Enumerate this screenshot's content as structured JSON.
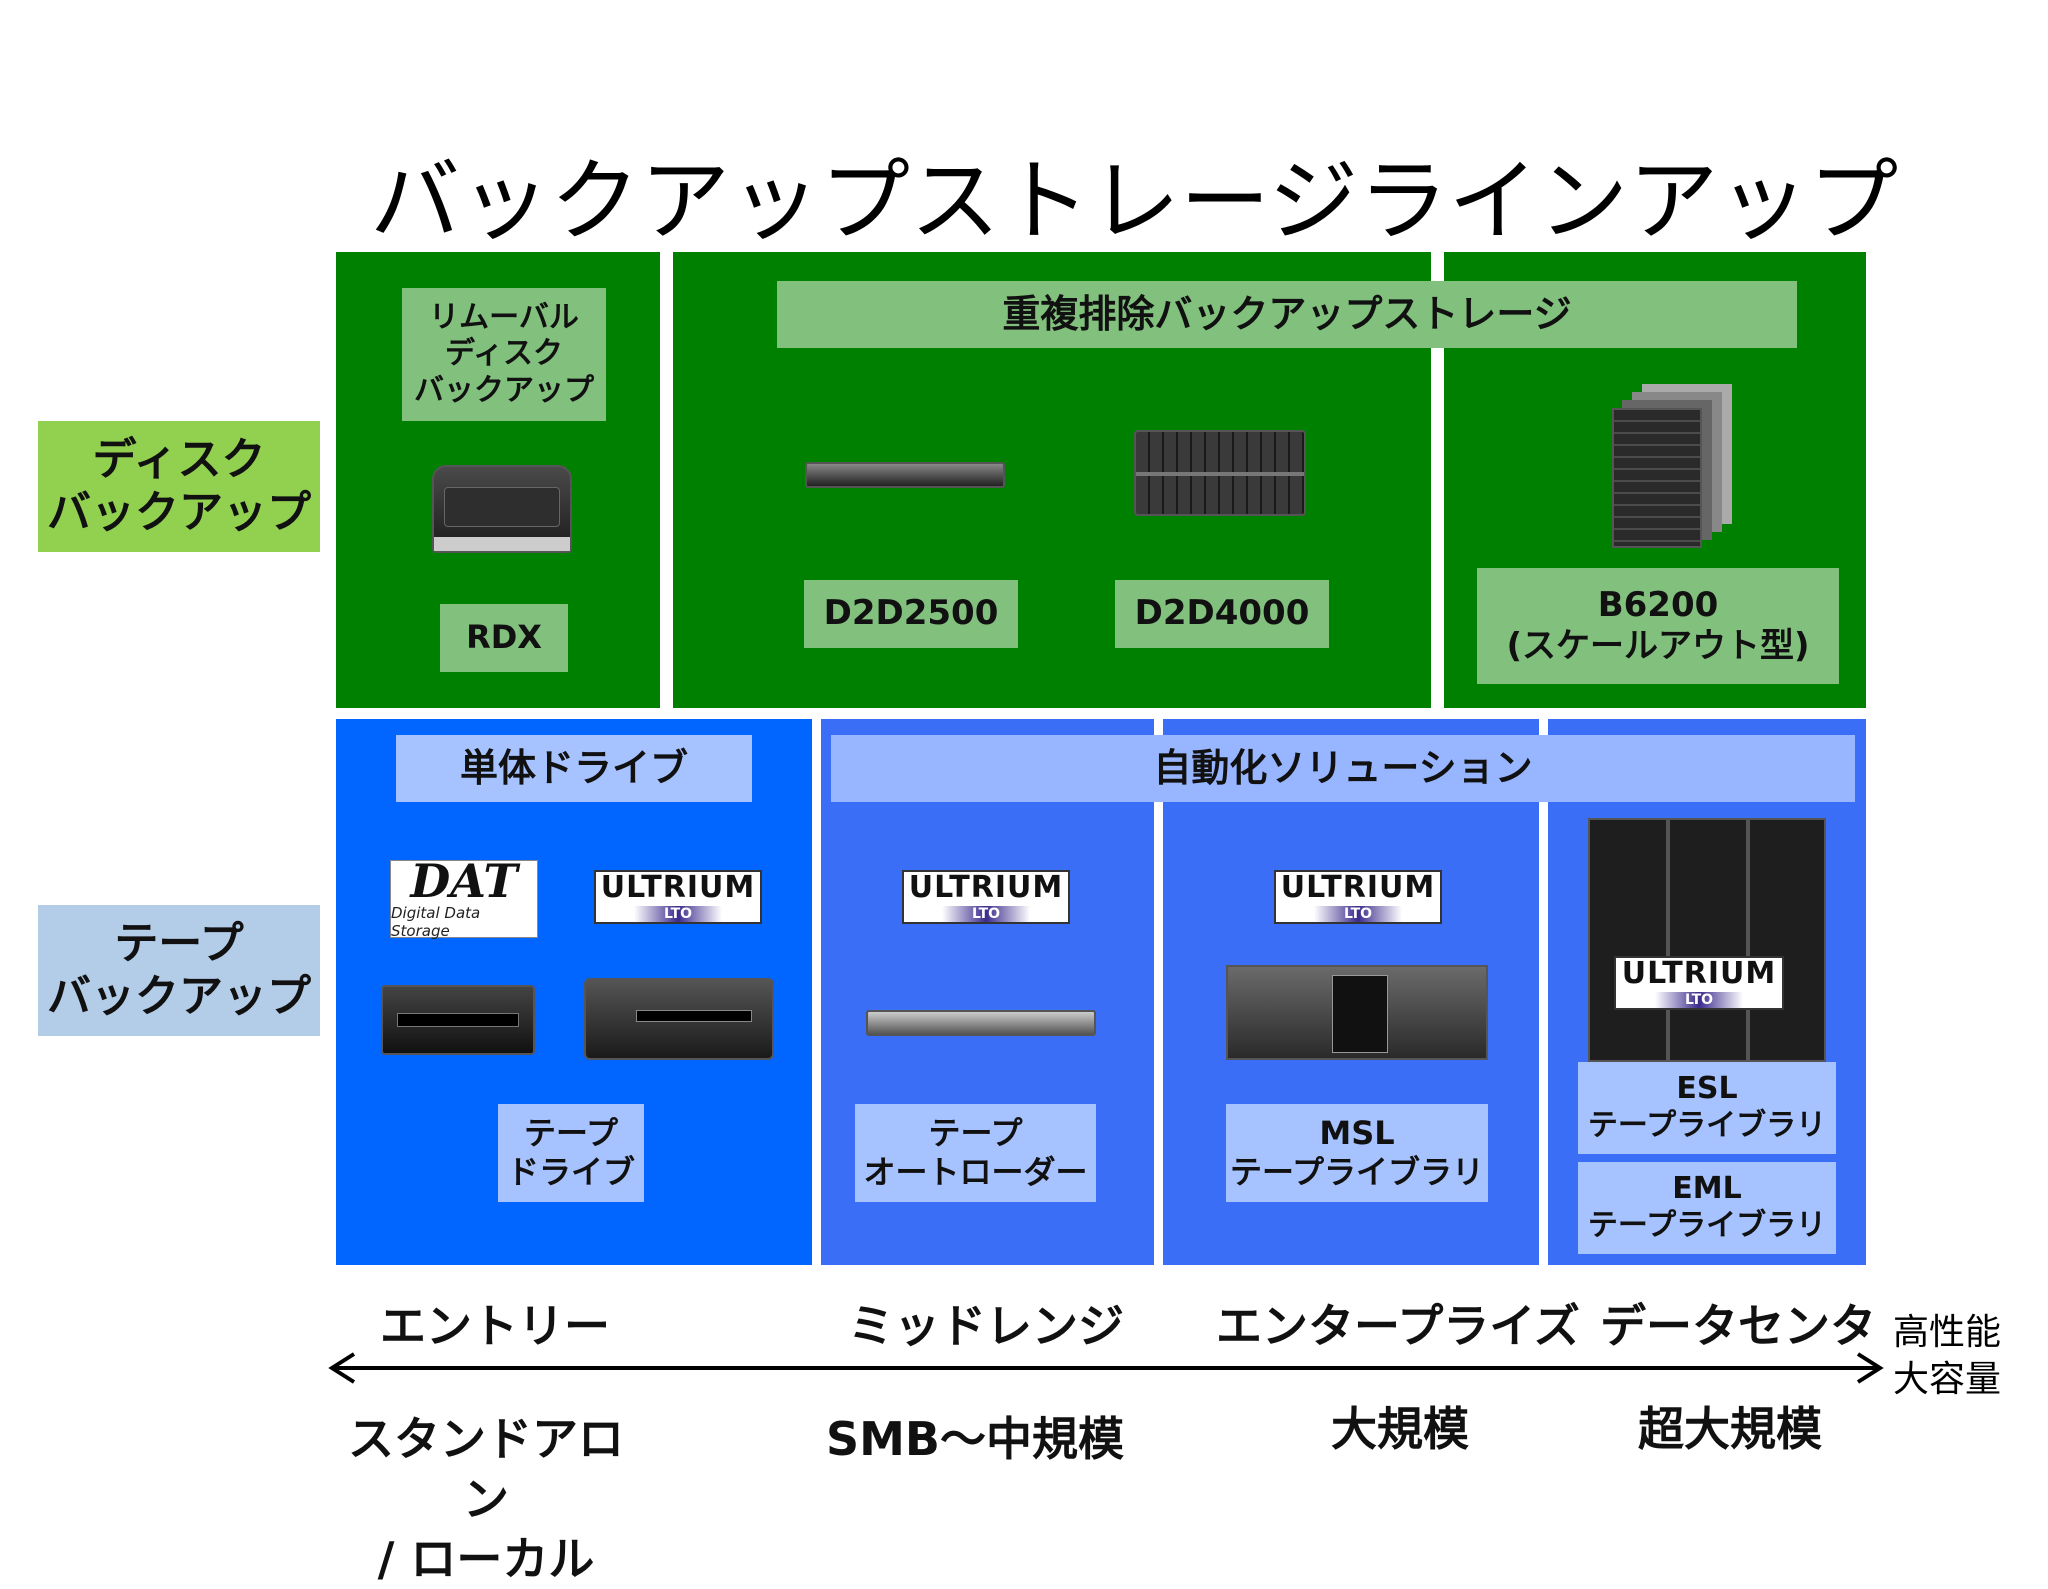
{
  "title": "バックアップストレージラインアップ",
  "side_labels": {
    "disk": "ディスク\nバックアップ",
    "tape": "テープ\nバックアップ"
  },
  "disk": {
    "removable_header": "リムーバル\nディスク\nバックアップ",
    "rdx": "RDX",
    "dedup_header": "重複排除バックアップストレージ",
    "d2d2500": "D2D2500",
    "d2d4000": "D2D4000",
    "b6200": "B6200\n(スケールアウト型)"
  },
  "tape": {
    "single_header": "単体ドライブ",
    "auto_header": "自動化ソリューション",
    "tape_drive": "テープ\nドライブ",
    "autoloader": "テープ\nオートローダー",
    "msl": "MSL\nテープライブラリ",
    "esl": "ESL\nテープライブラリ",
    "eml": "EML\nテープライブラリ",
    "logo_ultrium": "ULTRIUM",
    "logo_lto": "LTO",
    "logo_dat": "DAT",
    "logo_dat_sub": "Digital Data Storage"
  },
  "segments": [
    "エントリー",
    "ミッドレンジ",
    "エンタープライズ",
    "データセンタ"
  ],
  "arrow_end": "高性能\n大容量",
  "scales": [
    "スタンドアロン\n/ ローカル",
    "SMB～中規模",
    "大規模",
    "超大規模"
  ],
  "colors": {
    "disk_green": "#008000",
    "disk_label": "#82c07e",
    "disk_side": "#92d050",
    "tape_blue": "#0066ff",
    "tape_label": "#a7c3ff",
    "tape_side": "#b3cde8"
  }
}
